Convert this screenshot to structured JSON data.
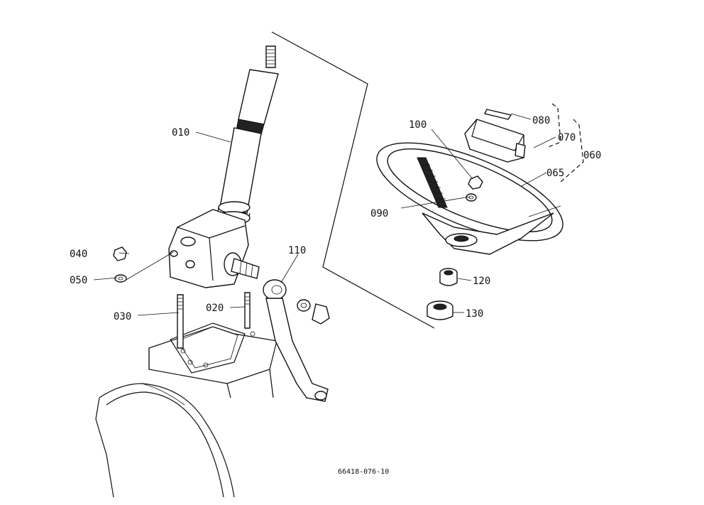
{
  "figure_code": "66418-076-10",
  "labels": {
    "p010": "010",
    "p020": "020",
    "p030": "030",
    "p040": "040",
    "p050": "050",
    "p060": "060",
    "p065": "065",
    "p070": "070",
    "p080": "080",
    "p090": "090",
    "p100": "100",
    "p110": "110",
    "p120": "120",
    "p130": "130"
  },
  "colors": {
    "ink": "#111111",
    "paper": "#ffffff"
  }
}
